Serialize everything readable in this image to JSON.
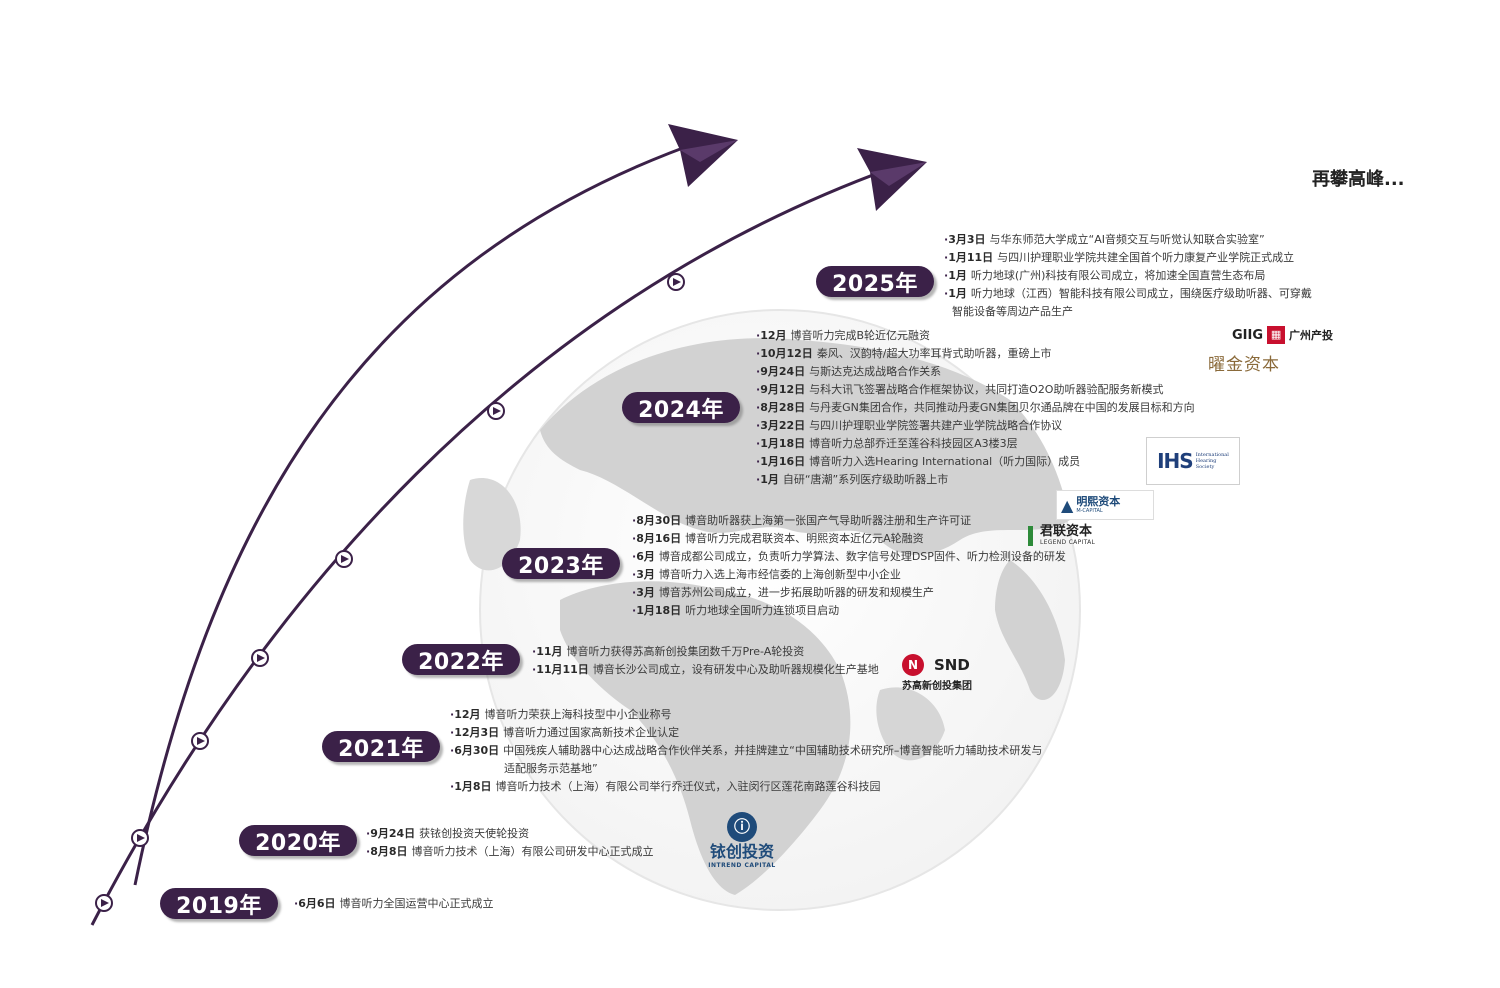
{
  "tagline": "再攀高峰...",
  "colors": {
    "accent": "#3b2148",
    "globe": "#d2d2d2",
    "pill_shadow": "#8c8c8c"
  },
  "timeline": [
    {
      "year": "2019年",
      "events": [
        {
          "date": "6月6日",
          "text": "博音听力全国运营中心正式成立"
        }
      ]
    },
    {
      "year": "2020年",
      "events": [
        {
          "date": "9月24日",
          "text": "获铱创投资天使轮投资"
        },
        {
          "date": "8月8日",
          "text": "博音听力技术（上海）有限公司研发中心正式成立"
        }
      ]
    },
    {
      "year": "2021年",
      "events": [
        {
          "date": "12月",
          "text": "博音听力荣获上海科技型中小企业称号"
        },
        {
          "date": "12月3日",
          "text": "博音听力通过国家高新技术企业认定"
        },
        {
          "date": "6月30日",
          "text": "中国残疾人辅助器中心达成战略合作伙伴关系，并挂牌建立“中国辅助技术研究所–博音智能听力辅助技术研发与",
          "cont": "适配服务示范基地”"
        },
        {
          "date": "1月8日",
          "text": "博音听力技术（上海）有限公司举行乔迁仪式，入驻闵行区莲花南路莲谷科技园"
        }
      ]
    },
    {
      "year": "2022年",
      "events": [
        {
          "date": "11月",
          "text": "博音听力获得苏高新创投集团数千万Pre-A轮投资"
        },
        {
          "date": "11月11日",
          "text": "博音长沙公司成立，设有研发中心及助听器规模化生产基地"
        }
      ]
    },
    {
      "year": "2023年",
      "events": [
        {
          "date": "8月30日",
          "text": "博音助听器获上海第一张国产气导助听器注册和生产许可证"
        },
        {
          "date": "8月16日",
          "text": "博音听力完成君联资本、明熙资本近亿元A轮融资"
        },
        {
          "date": "6月",
          "text": "博音成都公司成立，负责听力学算法、数字信号处理DSP固件、听力检测设备的研发"
        },
        {
          "date": "3月",
          "text": "博音听力入选上海市经信委的上海创新型中小企业"
        },
        {
          "date": "3月",
          "text": "博音苏州公司成立，进一步拓展助听器的研发和规模生产"
        },
        {
          "date": "1月18日",
          "text": "听力地球全国听力连锁项目启动"
        }
      ]
    },
    {
      "year": "2024年",
      "events": [
        {
          "date": "12月",
          "text": "博音听力完成B轮近亿元融资"
        },
        {
          "date": "10月12日",
          "text": "秦风、汉韵特/超大功率耳背式助听器，重磅上市"
        },
        {
          "date": "9月24日",
          "text": "与斯达克达成战略合作关系"
        },
        {
          "date": "9月12日",
          "text": "与科大讯飞签署战略合作框架协议，共同打造O2O助听器验配服务新模式"
        },
        {
          "date": "8月28日",
          "text": "与丹麦GN集团合作，共同推动丹麦GN集团贝尔通品牌在中国的发展目标和方向"
        },
        {
          "date": "3月22日",
          "text": "与四川护理职业学院签署共建产业学院战略合作协议"
        },
        {
          "date": "1月18日",
          "text": "博音听力总部乔迁至莲谷科技园区A3楼3层"
        },
        {
          "date": "1月16日",
          "text": "博音听力入选Hearing International（听力国际）成员"
        },
        {
          "date": "1月",
          "text": "自研“唐潮”系列医疗级助听器上市"
        }
      ]
    },
    {
      "year": "2025年",
      "events": [
        {
          "date": "3月3日",
          "text": "与华东师范大学成立“AI音频交互与听觉认知联合实验室”"
        },
        {
          "date": "1月11日",
          "text": "与四川护理职业学院共建全国首个听力康复产业学院正式成立"
        },
        {
          "date": "1月",
          "text": "听力地球(广州)科技有限公司成立，将加速全国直营生态布局"
        },
        {
          "date": "1月",
          "text": "听力地球（江西）智能科技有限公司成立，围绕医疗级助听器、可穿戴",
          "cont": "智能设备等周边产品生产"
        }
      ]
    }
  ],
  "logos": {
    "intrend": {
      "cn": "铱创投资",
      "en": "INTREND CAPITAL"
    },
    "snd": {
      "mark": "SND",
      "cn": "苏高新创投集团"
    },
    "legend": {
      "cn": "君联资本",
      "en": "LEGEND CAPITAL"
    },
    "mingxi": {
      "cn": "明熙资本",
      "en": "M-CAPITAL"
    },
    "ihs": {
      "mark": "IHS",
      "line1": "International",
      "line2": "Hearing",
      "line3": "Society"
    },
    "giig": {
      "mark": "GIIG",
      "cn": "广州产投"
    },
    "yaojin": {
      "cn": "曜金资本"
    }
  }
}
